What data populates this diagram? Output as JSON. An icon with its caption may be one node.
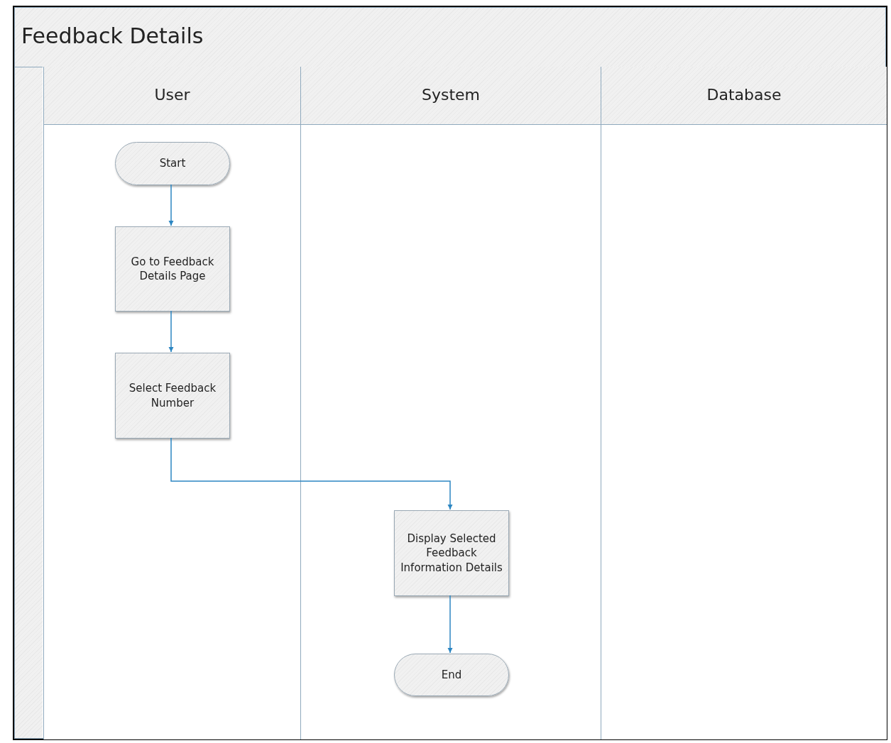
{
  "diagram": {
    "nodes": [
      {
        "text": [
          "Feedback Details"
        ]
      },
      {
        "text": [
          "User"
        ],
        "in": 0
      },
      {
        "text": [
          "System"
        ],
        "in": 0
      },
      {
        "text": [
          "Database"
        ],
        "in": 0
      },
      {
        "text": [
          "Start"
        ],
        "in": 1
      },
      {
        "text": [
          "Go to Feedback Details Page"
        ],
        "in": 1
      },
      {
        "text": [
          "Select Feedback Number"
        ],
        "in": 1
      },
      {
        "text": [
          "Display Selected Feedback Information Details"
        ],
        "in": 2
      },
      {
        "text": [
          "End"
        ],
        "in": 2
      }
    ],
    "edges": [
      {
        "from": 4,
        "to": 5,
        "arrow": "to"
      },
      {
        "from": 5,
        "to": 6,
        "arrow": "to"
      },
      {
        "from": 6,
        "to": 7,
        "arrow": "to"
      },
      {
        "from": 7,
        "to": 8,
        "arrow": "to"
      }
    ]
  }
}
